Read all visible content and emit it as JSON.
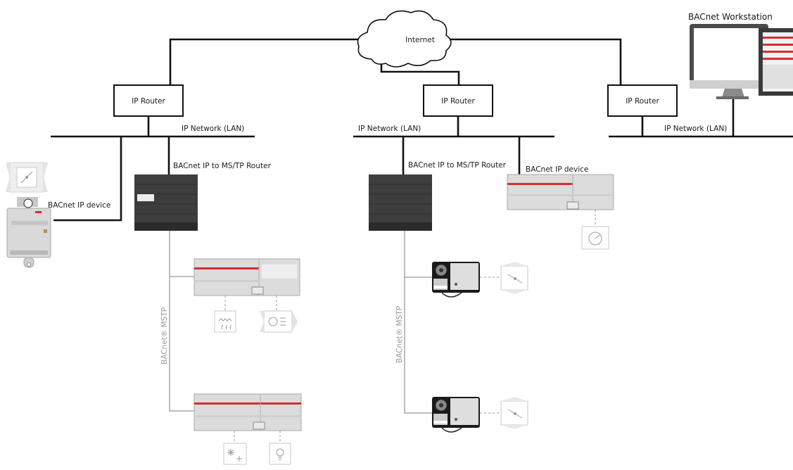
{
  "labels": {
    "internet": "Internet",
    "workstation": "BACnet Workstation",
    "ip_router": "IP Router",
    "ip_network": "IP Network (LAN)",
    "bacnet_ip_device": "BACnet IP device",
    "ip_to_mstp_router": "BACnet IP to MS/TP Router",
    "mstp_bus": "BACnet® MSTP"
  },
  "colors": {
    "wire": "#111111",
    "bus": "#a8a8a8",
    "device_body": "#d9d9d9",
    "router_body": "#3e3e3e",
    "accent_red": "#d62e2e"
  },
  "icons": [
    "damper-icon",
    "heater-icon",
    "fan-coil-icon",
    "gauge-icon",
    "snowflake-icon",
    "light-bulb-icon",
    "clock-icon",
    "monitor-icon"
  ]
}
